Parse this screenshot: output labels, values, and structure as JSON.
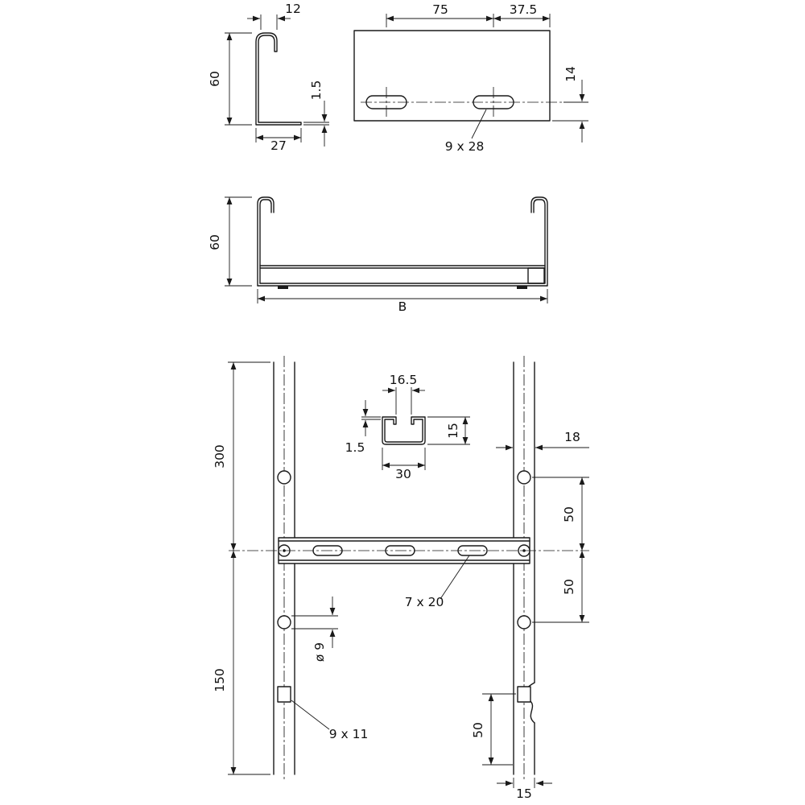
{
  "document": {
    "background": "#ffffff",
    "line_color": "#1a1a1a"
  },
  "figures": {
    "profile_detail": {
      "dims": {
        "hook_width": "12",
        "height": "60",
        "flange_width": "27",
        "thickness": "1.5"
      }
    },
    "rail_side_view": {
      "dims": {
        "slot_pitch": "75",
        "slot_end_offset": "37.5",
        "slot_bottom_offset": "14",
        "slot_size": "9 x 28"
      }
    },
    "cross_section": {
      "dims": {
        "height": "60",
        "width": "B"
      }
    },
    "plan_view": {
      "dims": {
        "upper_length": "300",
        "lower_length": "150",
        "rung_opening": "16.5",
        "rung_thickness": "1.5",
        "rung_width": "30",
        "rung_height": "15",
        "rail_flange_width": "18",
        "hole_to_rung": "50",
        "rung_to_hole": "50",
        "rung_slot_size": "7 x 20",
        "hole_diameter": "ø 9",
        "rail_slot_size": "9 x 11",
        "slot_to_end": "50",
        "rail_width": "15"
      }
    }
  }
}
